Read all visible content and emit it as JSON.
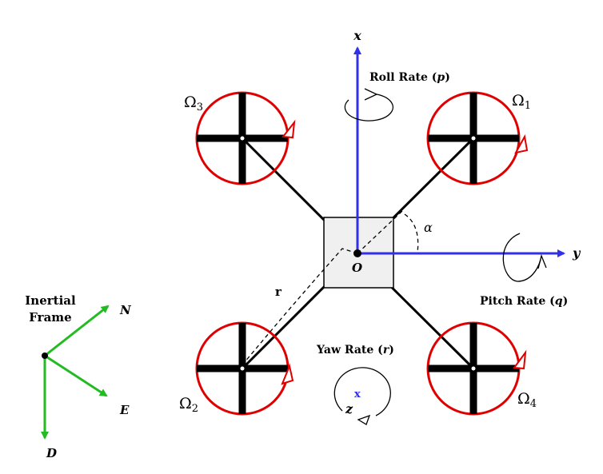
{
  "inertial": {
    "title_line1": "Inertial",
    "title_line2": "Frame",
    "north": "N",
    "east": "E",
    "down": "D"
  },
  "body_axes": {
    "x": "x",
    "y": "y",
    "z": "z",
    "z_mark": "x",
    "origin": "O"
  },
  "rates": {
    "roll_prefix": "Roll Rate (",
    "roll_sym": "p",
    "pitch_prefix": "Pitch Rate (",
    "pitch_sym": "q",
    "yaw_prefix": "Yaw Rate (",
    "yaw_sym": "r",
    "close": ")"
  },
  "geometry_labels": {
    "alpha": "α",
    "arm": "r"
  },
  "rotors": [
    {
      "symbol": "Ω",
      "index": "1"
    },
    {
      "symbol": "Ω",
      "index": "2"
    },
    {
      "symbol": "Ω",
      "index": "3"
    },
    {
      "symbol": "Ω",
      "index": "4"
    }
  ],
  "colors": {
    "body_axis": "#3030e8",
    "inertial_axis": "#22bb22",
    "rotor_ring": "#e00000",
    "frame": "#000000",
    "hub_fill": "#f0f0f0"
  }
}
